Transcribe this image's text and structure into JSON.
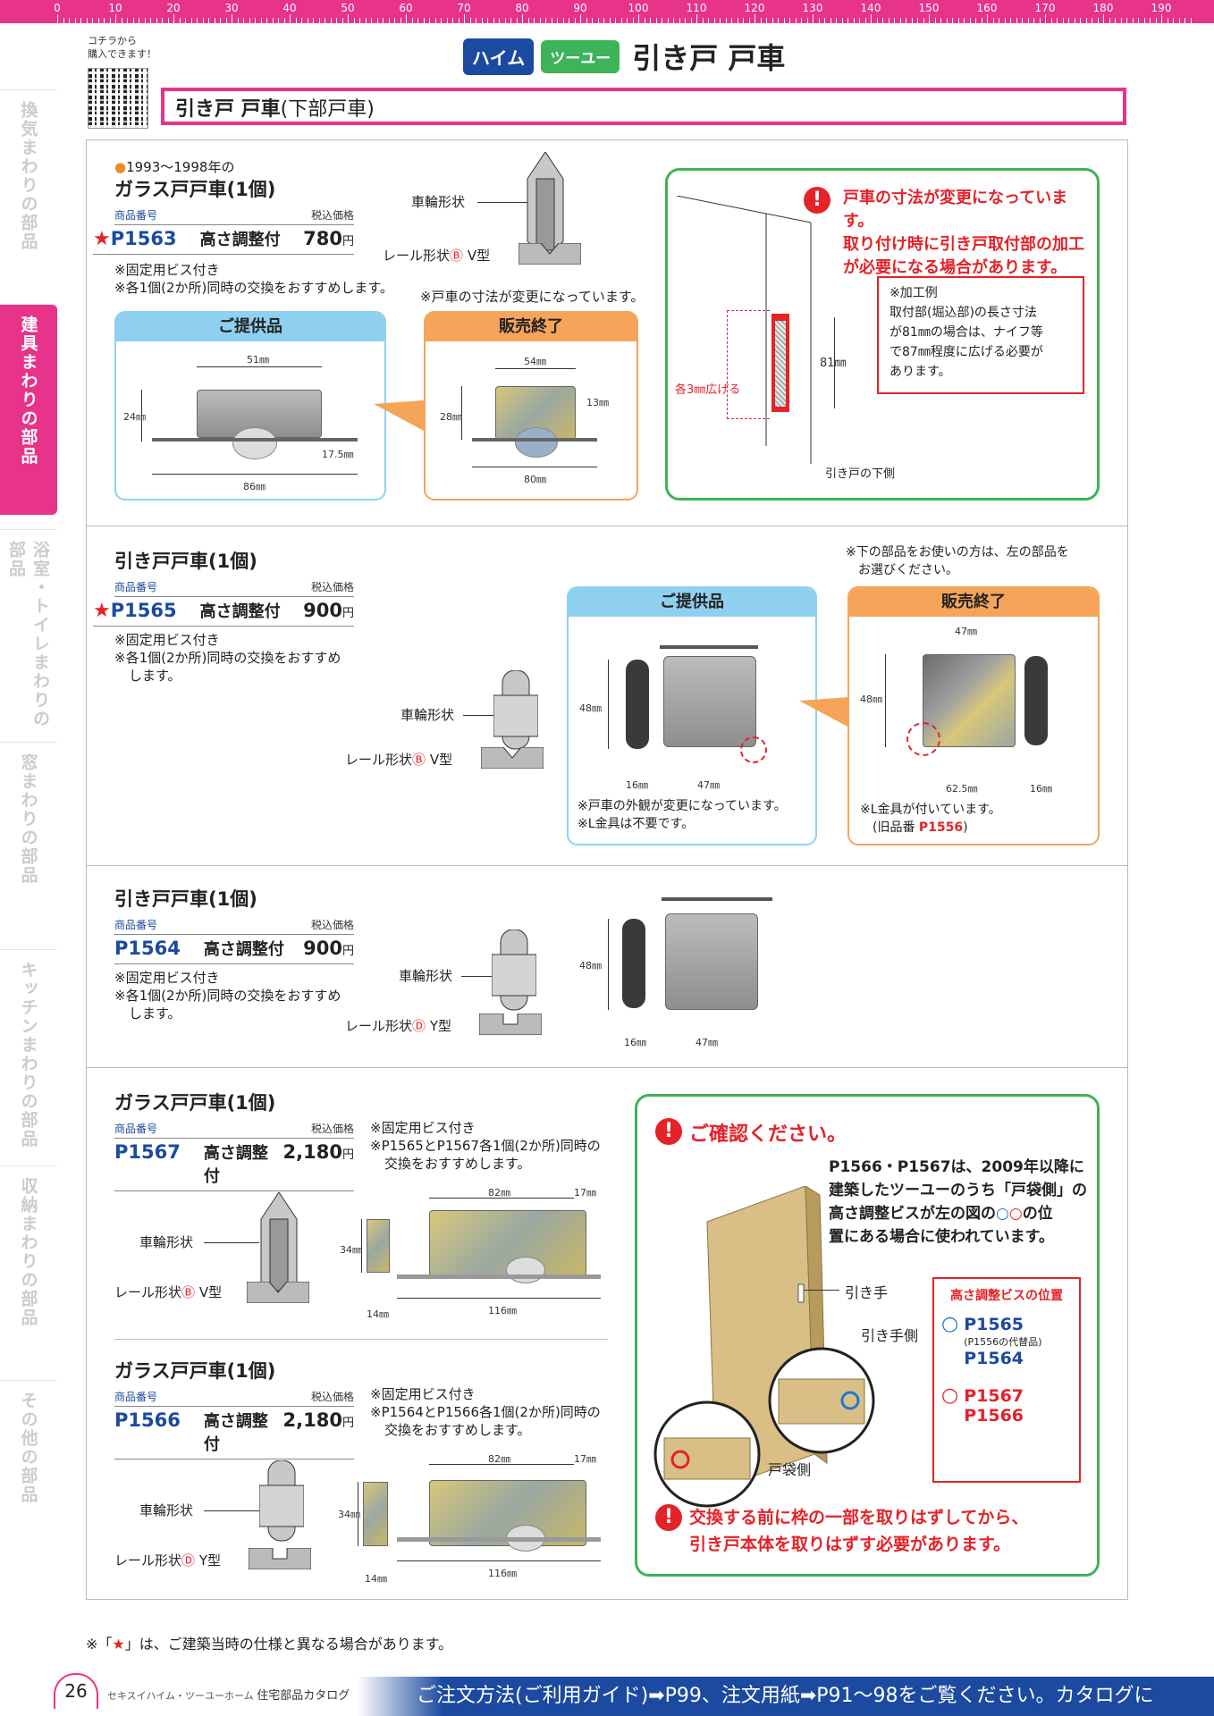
{
  "ruler": {
    "labels": [
      "0",
      "10",
      "20",
      "30",
      "40",
      "50",
      "60",
      "70",
      "80",
      "90",
      "100",
      "110",
      "120",
      "130",
      "140",
      "150",
      "160",
      "170",
      "180",
      "190"
    ]
  },
  "side_tabs": [
    {
      "label": "換気まわりの部品",
      "active": false
    },
    {
      "label": "建具まわりの部品",
      "active": true
    },
    {
      "label": "浴室・トイレまわりの部品",
      "active": false
    },
    {
      "label": "窓まわりの部品",
      "active": false
    },
    {
      "label": "キッチンまわりの部品",
      "active": false
    },
    {
      "label": "収納まわりの部品",
      "active": false
    },
    {
      "label": "その他の部品",
      "active": false
    }
  ],
  "qr": {
    "caption1": "コチラから",
    "caption2": "購入できます！"
  },
  "header": {
    "badge1": "ハイム",
    "badge2": "ツーユー",
    "title": "引き戸 戸車",
    "subtitle_bold": "引き戸 戸車",
    "subtitle_rest": "(下部戸車)"
  },
  "labels": {
    "code_hdr": "商品番号",
    "price_hdr": "税込価格",
    "yen": "円",
    "wheel": "車輪形状",
    "rail_b": "レール形状",
    "b_mark": "Ⓑ",
    "v_type": "V型",
    "d_mark": "Ⓓ",
    "y_type": "Y型",
    "supplied": "ご提供品",
    "discontinued": "販売終了",
    "star": "★"
  },
  "s1": {
    "era": "●1993〜1998年の",
    "name": "ガラス戸戸車(1個)",
    "code": "P1563",
    "desc": "高さ調整付",
    "price": "780",
    "note1": "※固定用ビス付き",
    "note2": "※各1個(2か所)同時の交換をおすすめします。",
    "size_note": "※戸車の寸法が変更になっています。",
    "dims_supplied": [
      "51㎜",
      "24㎜",
      "17.5㎜",
      "86㎜"
    ],
    "dims_old": [
      "54㎜",
      "28㎜",
      "13㎜",
      "80㎜"
    ],
    "warn1": "戸車の寸法が変更になっています。",
    "warn2": "取り付け時に引き戸取付部の加工",
    "warn3": "が必要になる場合があります。",
    "ex_title": "※加工例",
    "ex1": "取付部(堀込部)の長さ寸法",
    "ex2": "が81㎜の場合は、ナイフ等",
    "ex3": "で87㎜程度に広げる必要が",
    "ex4": "あります。",
    "dim81": "81㎜",
    "widen": "各3㎜広げる",
    "bottom": "引き戸の下側"
  },
  "s2": {
    "name": "引き戸戸車(1個)",
    "code": "P1565",
    "desc": "高さ調整付",
    "price": "900",
    "note1": "※固定用ビス付き",
    "note2": "※各1個(2か所)同時の交換をおすすめ",
    "note3": "します。",
    "top1": "※下の部品をお使いの方は、左の部品を",
    "top2": "お選びください。",
    "dims_supplied": [
      "48㎜",
      "16㎜",
      "47㎜"
    ],
    "dims_old": [
      "47㎜",
      "48㎜",
      "62.5㎜",
      "16㎜"
    ],
    "sup_note1": "※戸車の外観が変更になっています。",
    "sup_note2": "※L金具は不要です。",
    "old_note1": "※L金具が付いています。",
    "old_note2a": "(旧品番 ",
    "old_note2b": "P1556",
    "old_note2c": ")"
  },
  "s3": {
    "name": "引き戸戸車(1個)",
    "code": "P1564",
    "desc": "高さ調整付",
    "price": "900",
    "note1": "※固定用ビス付き",
    "note2": "※各1個(2か所)同時の交換をおすすめ",
    "note3": "します。",
    "dims": [
      "48㎜",
      "16㎜",
      "47㎜"
    ]
  },
  "s4": {
    "name": "ガラス戸戸車(1個)",
    "code": "P1567",
    "desc": "高さ調整付",
    "price": "2,180",
    "note1": "※固定用ビス付き",
    "note2": "※P1565とP1567各1個(2か所)同時の",
    "note3": "交換をおすすめします。",
    "dims": [
      "82㎜",
      "17㎜",
      "34㎜",
      "14㎜",
      "116㎜"
    ]
  },
  "s5": {
    "name": "ガラス戸戸車(1個)",
    "code": "P1566",
    "desc": "高さ調整付",
    "price": "2,180",
    "note1": "※固定用ビス付き",
    "note2": "※P1564とP1566各1個(2か所)同時の",
    "note3": "交換をおすすめします。",
    "dims": [
      "82㎜",
      "17㎜",
      "34㎜",
      "14㎜",
      "116㎜"
    ]
  },
  "confirm": {
    "title": "ご確認ください。",
    "t1": "P1566・P1567は、2009年以降に",
    "t2": "建築したツーユーのうち「戸袋側」の",
    "t3": "高さ調整ビスが左の図の",
    "t3b": "の位",
    "t4": "置にある場合に使われています。",
    "handle": "引き手",
    "handle_side": "引き手側",
    "pocket_side": "戸袋側",
    "pos_title": "高さ調整ビスの位置",
    "p1": "P1565",
    "p1sub": "(P1556の代替品)",
    "p2": "P1564",
    "p3": "P1567",
    "p4": "P1566",
    "warn1": "交換する前に枠の一部を取りはずしてから、",
    "warn2": "引き戸本体を取りはずす必要があります。"
  },
  "footnote": {
    "pre": "※「",
    "star": "★",
    "post": "」は、ご建築当時の仕様と異なる場合があります。"
  },
  "footer": {
    "page": "26",
    "brand": "セキスイハイム・ツーユーホーム",
    "catalog": "住宅部品カタログ",
    "order": "ご注文方法(ご利用ガイド)➡P99、注文用紙➡P91〜98をご覧ください。カタログに"
  },
  "colors": {
    "pink": "#e8338a",
    "blue_box": "#8fd0f0",
    "orange_box": "#f5a45a",
    "green": "#3db35a",
    "red": "#e52228",
    "navy": "#1b4aa0"
  }
}
